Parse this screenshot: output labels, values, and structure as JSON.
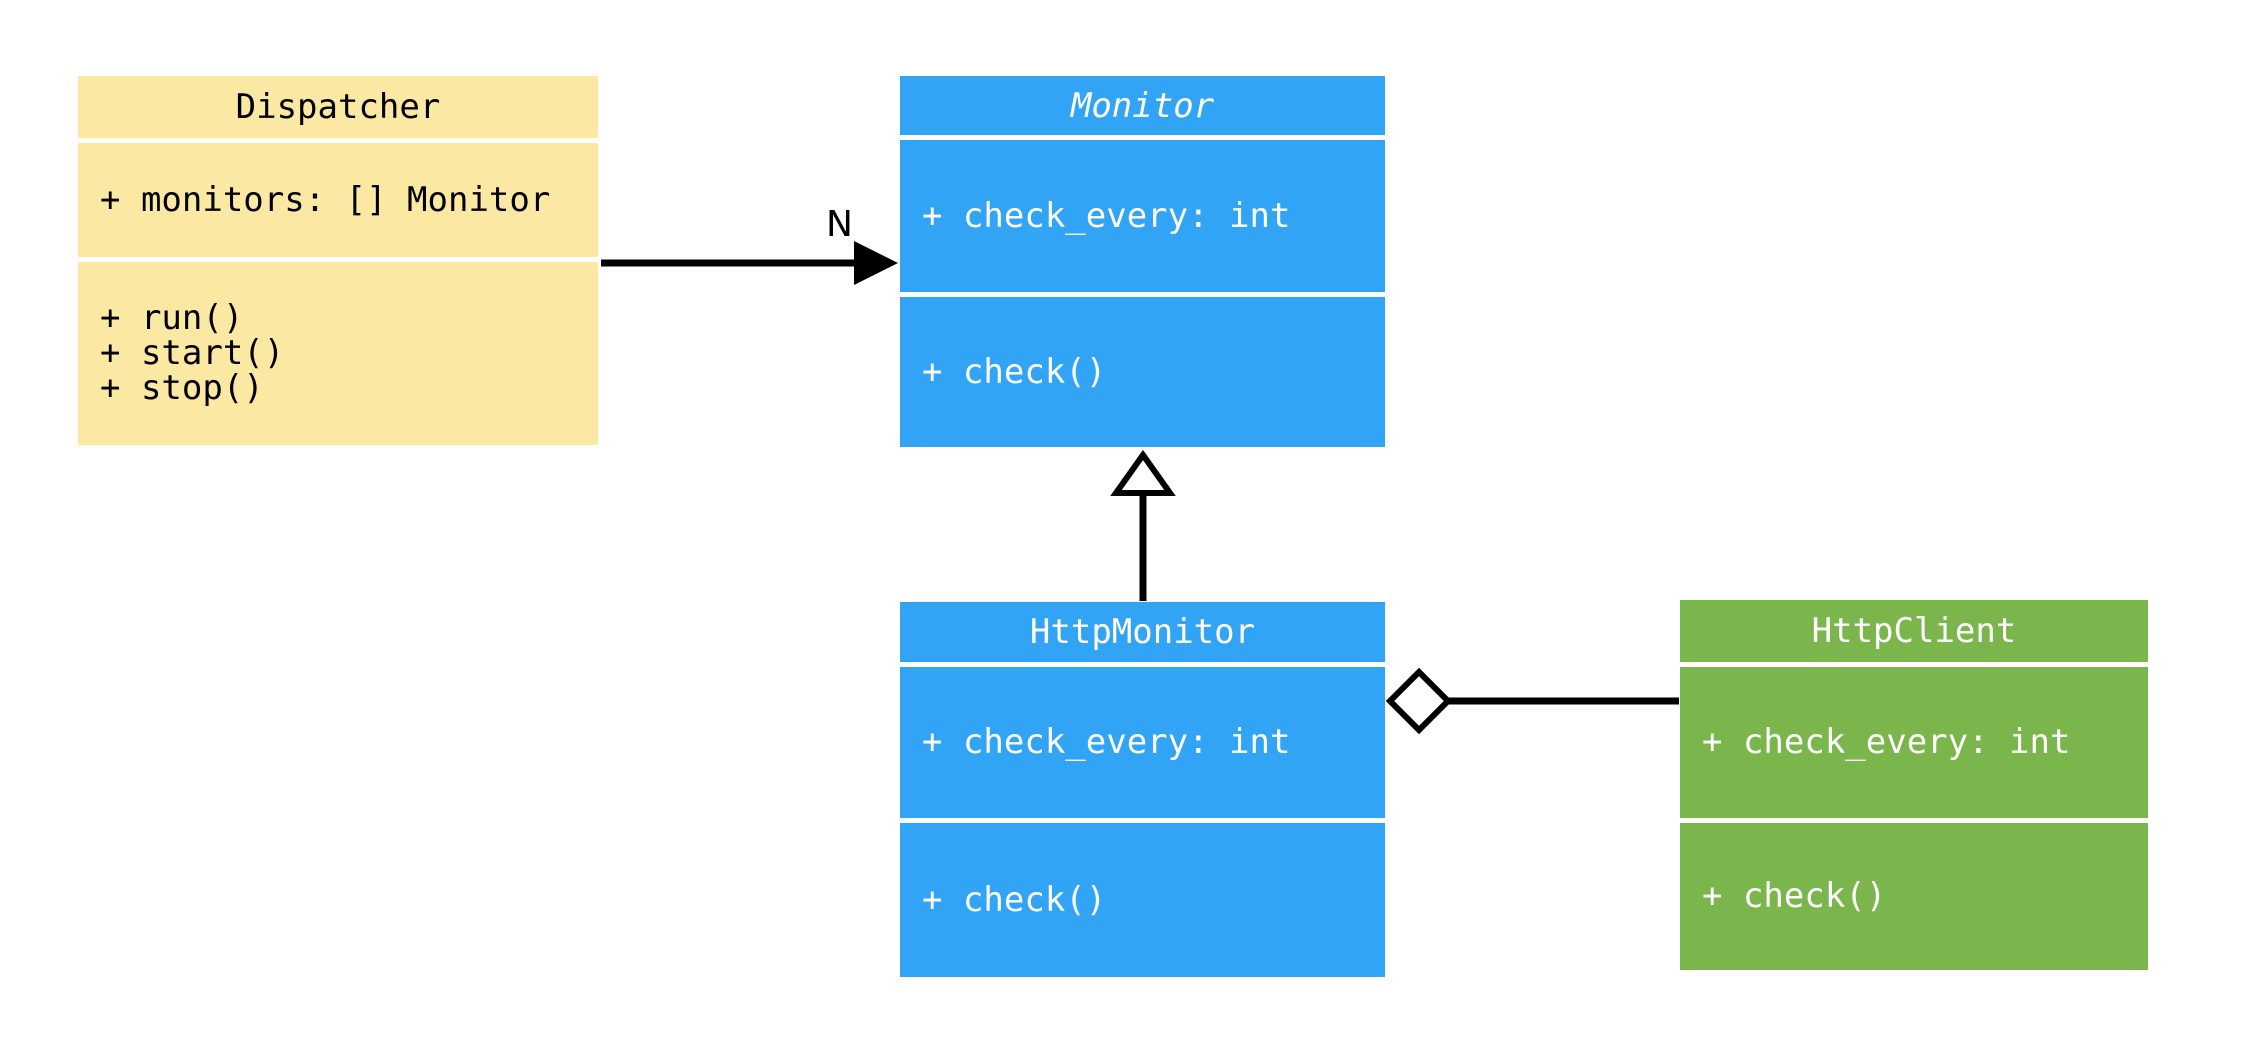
{
  "diagram": {
    "type": "uml-class-diagram",
    "background_color": "#ffffff",
    "edge_color": "#000000",
    "classes": [
      {
        "name": "Dispatcher",
        "abstract": false,
        "fill_color": "#FBE8A3",
        "text_color": "#000000",
        "attributes": [
          "+ monitors: [] Monitor"
        ],
        "methods": [
          "+ run()",
          "+ start()",
          "+ stop()"
        ]
      },
      {
        "name": "Monitor",
        "abstract": true,
        "fill_color": "#31A4F5",
        "text_color": "#ffffff",
        "attributes": [
          "+ check_every: int"
        ],
        "methods": [
          "+ check()"
        ]
      },
      {
        "name": "HttpMonitor",
        "abstract": false,
        "fill_color": "#31A4F5",
        "text_color": "#ffffff",
        "attributes": [
          "+ check_every: int"
        ],
        "methods": [
          "+ check()"
        ]
      },
      {
        "name": "HttpClient",
        "abstract": false,
        "fill_color": "#7AB64C",
        "text_color": "#ffffff",
        "attributes": [
          "+ check_every: int"
        ],
        "methods": [
          "+ check()"
        ]
      }
    ],
    "relationships": [
      {
        "type": "directed-association",
        "from": "Dispatcher",
        "to": "Monitor",
        "label": "N",
        "marker": "filled-arrowhead"
      },
      {
        "type": "inheritance",
        "from": "HttpMonitor",
        "to": "Monitor",
        "label": "",
        "marker": "hollow-triangle"
      },
      {
        "type": "aggregation",
        "from": "HttpMonitor",
        "to": "HttpClient",
        "label": "",
        "marker": "hollow-diamond"
      }
    ]
  }
}
